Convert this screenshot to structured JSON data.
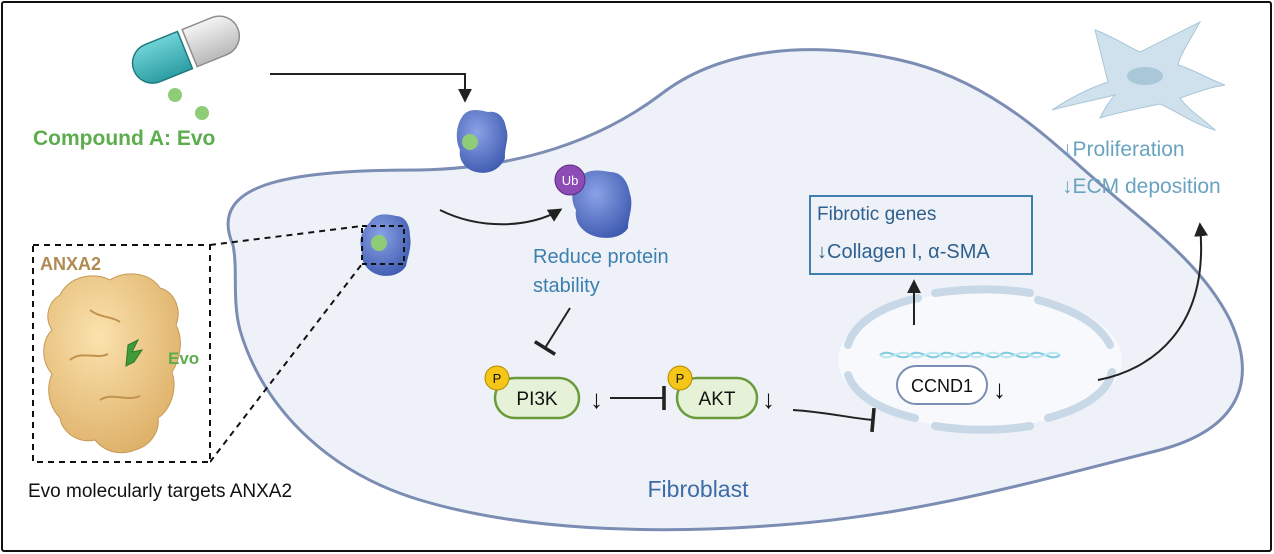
{
  "compound": {
    "label": "Compound A: Evo"
  },
  "inset": {
    "protein_label": "ANXA2",
    "ligand_label": "Evo",
    "caption": "Evo molecularly targets ANXA2"
  },
  "ubiquitin": {
    "label": "Ub"
  },
  "mechanism": {
    "line1": "Reduce protein",
    "line2": "stability"
  },
  "phospho": {
    "label": "P"
  },
  "nodes": {
    "pi3k": "PI3K",
    "akt": "AKT",
    "ccnd1": "CCND1"
  },
  "arrows": {
    "down": "↓"
  },
  "genes_box": {
    "title": "Fibrotic genes",
    "line": "↓Collagen I, α-SMA"
  },
  "cell_label": "Fibroblast",
  "outcomes": {
    "line1": "↓Proliferation",
    "line2": "↓ECM deposition"
  },
  "colors": {
    "compound_green": "#5cad4e",
    "text_blue": "#3d7fae",
    "cell_fill": "#eef2f8",
    "cell_stroke": "#7c8db4",
    "protein": "#5d7bd0",
    "protein_label": "#b08a50",
    "node_fill": "#e6f2d8",
    "node_stroke": "#6a9a3a",
    "p_fill": "#f5c518",
    "ub_fill": "#8c4bb5",
    "fibro_fill": "#cfe1ec",
    "outcome_blue": "#6aa3c0"
  }
}
